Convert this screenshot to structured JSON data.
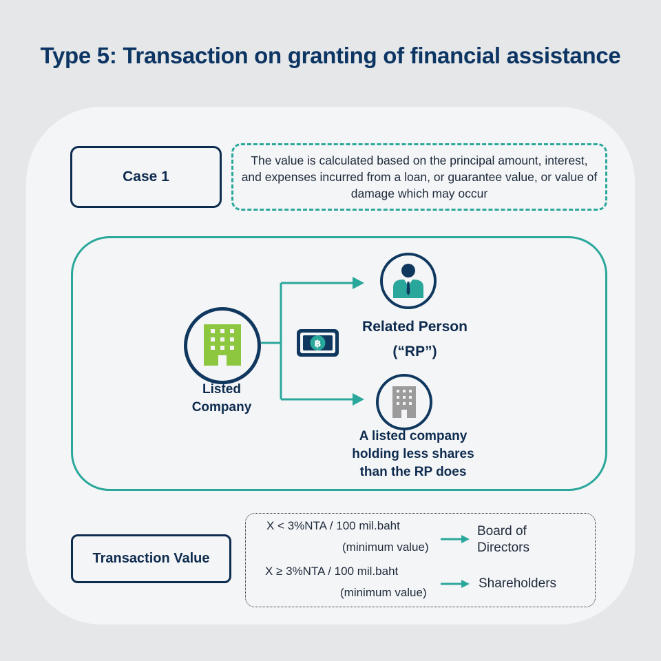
{
  "title": "Type 5: Transaction on granting of financial assistance",
  "case": {
    "label": "Case 1",
    "description": "The value is calculated based on the principal amount, interest, and expenses incurred from a loan, or guarantee value, or value of damage which may occur"
  },
  "diagram": {
    "listed_company": {
      "line1": "Listed",
      "line2": "Company",
      "icon": "office-building-icon"
    },
    "related_person": {
      "line1": "Related Person",
      "line2": "(“RP”)",
      "icon": "businessman-icon"
    },
    "listed_company_2": {
      "line1": "A listed company",
      "line2": "holding less shares",
      "line3": "than the RP does",
      "icon": "office-building-icon"
    },
    "money": {
      "icon": "banknote-icon",
      "symbol": "฿"
    }
  },
  "transaction_value": {
    "label": "Transaction Value",
    "conditions": [
      {
        "condition": "X < 3%NTA / 100 mil.baht",
        "note": "(minimum value)",
        "approver_line1": "Board of",
        "approver_line2": "Directors"
      },
      {
        "condition": "X ≥ 3%NTA / 100 mil.baht",
        "note": "(minimum value)",
        "approver_line1": "Shareholders",
        "approver_line2": ""
      }
    ]
  },
  "colors": {
    "navy": "#0d2b4e",
    "teal": "#2aa79b",
    "green": "#8dc63f",
    "gray": "#9b9b9b",
    "background": "#e6e7e8",
    "panel": "#f4f5f7"
  }
}
